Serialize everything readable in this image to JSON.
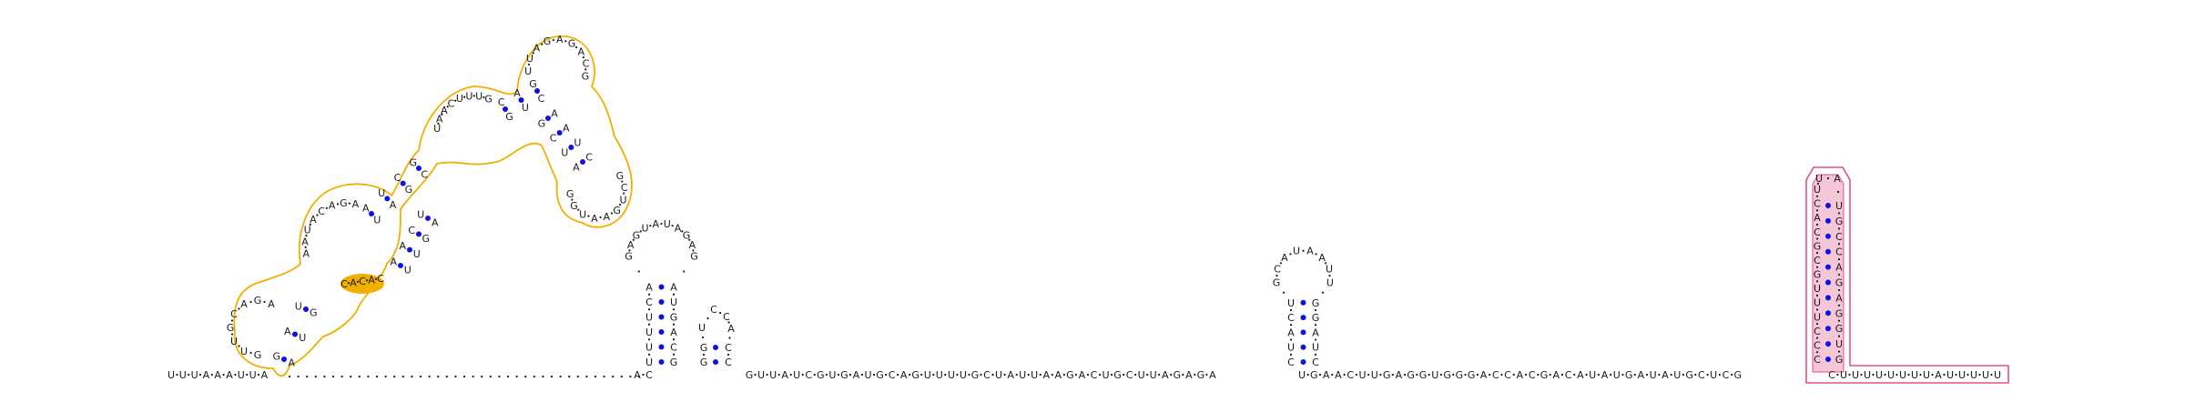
{
  "diagram": {
    "backbone_5prime": "UUUAAAUUA",
    "gap_dots": ".........................................",
    "backbone_mid_1": "AC",
    "backbone_mid_2": "GUUAUCGUGAUGCAGUUUUGCUAUUAAGACUGCUUAGAGA",
    "backbone_mid_3": "UGAACUUGAGGUGGGACCACGACAUAUGAUAUGCUCG",
    "backbone_3prime": "CUUUUUUUUAUUUUU",
    "highlight_text": "CACAC",
    "colors": {
      "text": "#1a1a1a",
      "pair_dot": "#1010e0",
      "yellow_outline": "#f0b000",
      "yellow_fill": "#f0b000",
      "pink_outline": "#e0508a",
      "pink_fill": "#f3c7d8"
    },
    "stemloop_a": {
      "left": "UUUUCA",
      "loop": "GAGUAUAGAG",
      "right": "AUGACG"
    },
    "stemloop_b": {
      "left": "GG",
      "loop": "UCCA",
      "right": "CC"
    },
    "stemloop_c": {
      "left": "CUACU",
      "loop": "GCAUAAUU",
      "right": "GGAUC"
    },
    "hairpin_red": {
      "left": "CCCUUUGCGCACU",
      "loop": "UA",
      "right": "UGCCAGAGGUG"
    },
    "yellow_arm": {
      "inner_5p": "GUUGCAGAAAUACAGAUAACUUUGCAGC",
      "loop_top": "UUAGAGACG",
      "inner_3p": "GCUGAAUGGGAAAUAGCUAAGUGAUCAAU"
    }
  }
}
